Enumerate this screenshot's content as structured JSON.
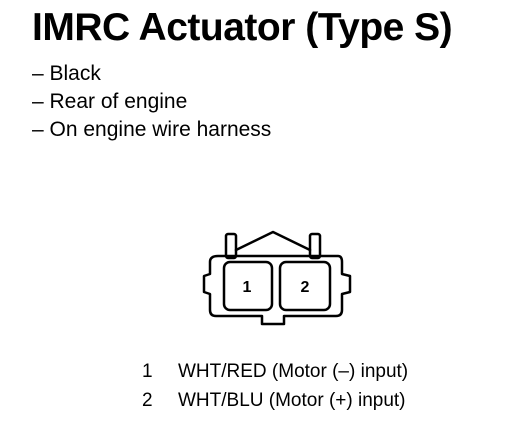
{
  "title": "IMRC Actuator (Type S)",
  "bullets": [
    "– Black",
    "– Rear of engine",
    "– On engine wire harness"
  ],
  "connector": {
    "cavity_labels": [
      "1",
      "2"
    ]
  },
  "pins": [
    {
      "number": "1",
      "description": "WHT/RED (Motor (–) input)"
    },
    {
      "number": "2",
      "description": "WHT/BLU (Motor (+) input)"
    }
  ]
}
